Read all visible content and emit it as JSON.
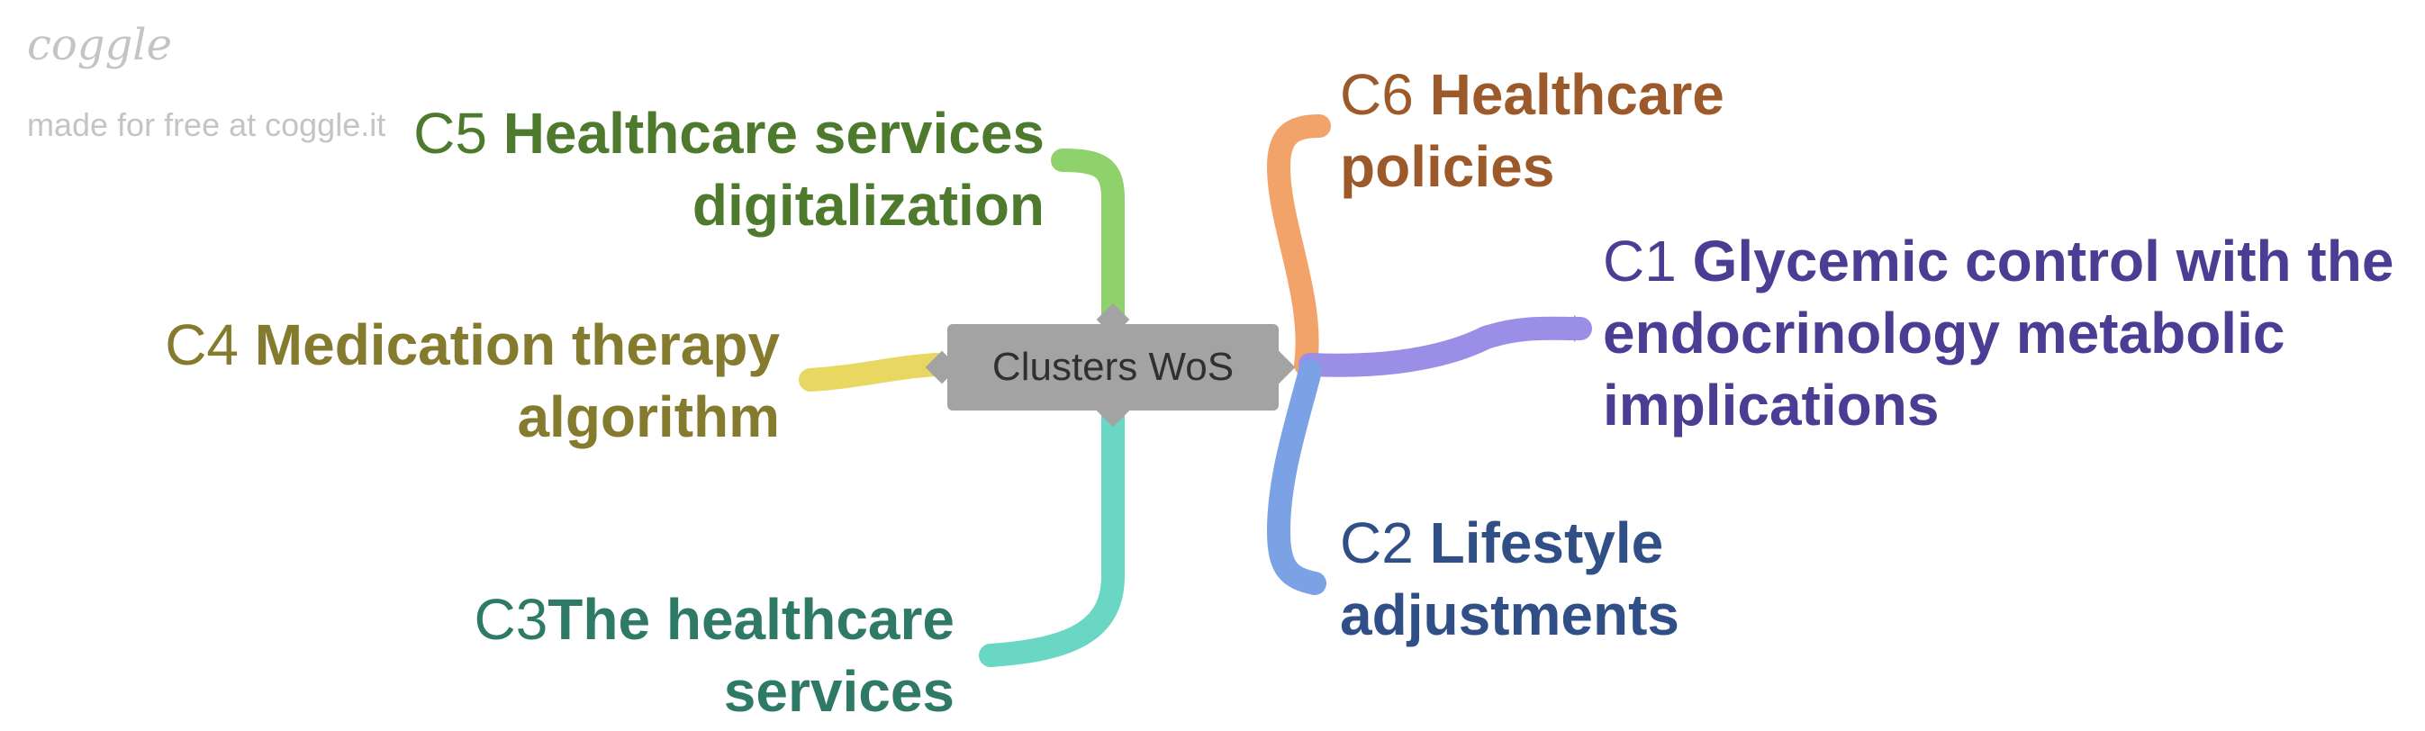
{
  "watermark": {
    "logo": "coggle",
    "text": "made for free at coggle.it"
  },
  "center_node": {
    "label": "Clusters WoS"
  },
  "branches": [
    {
      "id": "c5",
      "code": "C5 ",
      "title_lines": [
        "Healthcare services",
        "digitalization"
      ],
      "color": "#4d7a2c",
      "branch_color": "#8fd16a"
    },
    {
      "id": "c6",
      "code": "C6 ",
      "title_lines": [
        "Healthcare",
        "policies"
      ],
      "color": "#9c5a2a",
      "branch_color": "#f2a36a"
    },
    {
      "id": "c1",
      "code": "C1 ",
      "title_lines": [
        "Glycemic control with the",
        "endocrinology metabolic",
        "implications"
      ],
      "color": "#4a3d94",
      "branch_color": "#9a8ee6"
    },
    {
      "id": "c4",
      "code": "C4 ",
      "title_lines": [
        "Medication therapy",
        "algorithm"
      ],
      "color": "#857b2e",
      "branch_color": "#e8d760"
    },
    {
      "id": "c2",
      "code": "C2 ",
      "title_lines": [
        "Lifestyle",
        "adjustments"
      ],
      "color": "#2f4f86",
      "branch_color": "#7aa2e4"
    },
    {
      "id": "c3",
      "code": "C3",
      "title_lines": [
        "The healthcare",
        "services"
      ],
      "color": "#2e7a66",
      "branch_color": "#6ad6c4"
    }
  ]
}
